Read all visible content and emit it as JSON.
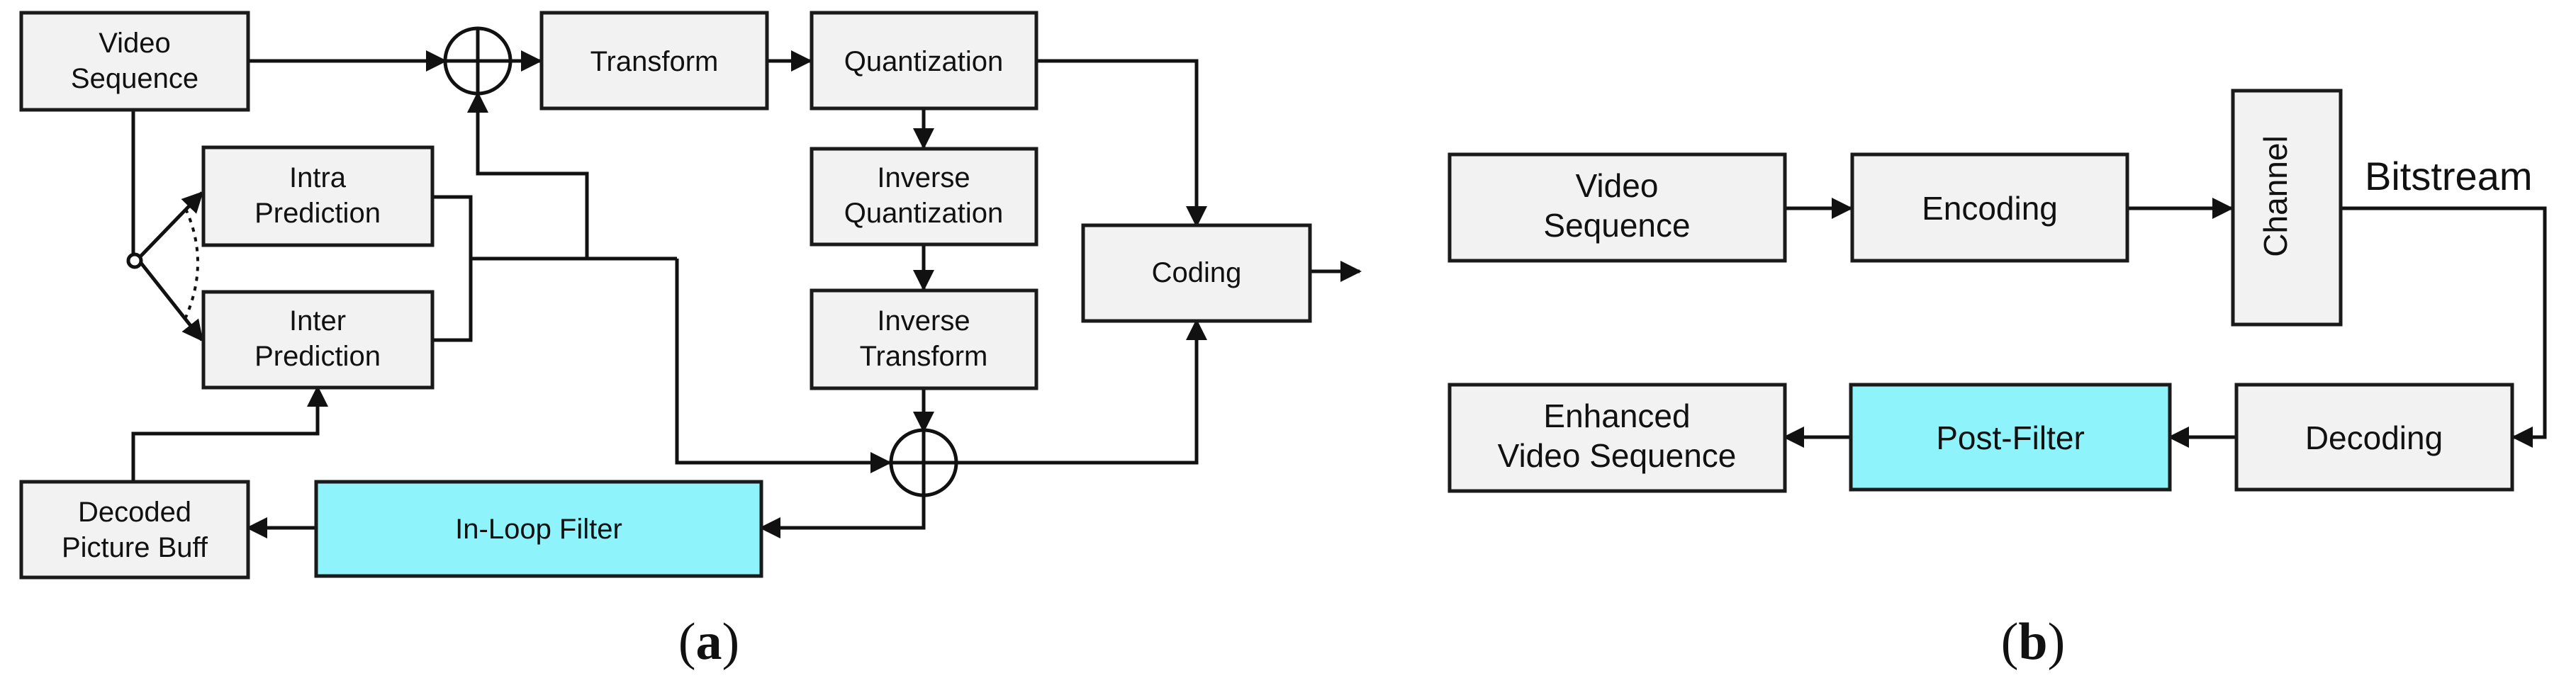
{
  "panel_a": {
    "caption": {
      "open": "(",
      "letter": "a",
      "close": ")"
    },
    "video_sequence": [
      "Video",
      "Sequence"
    ],
    "transform": "Transform",
    "quantization": "Quantization",
    "intra_prediction": [
      "Intra",
      "Prediction"
    ],
    "inter_prediction": [
      "Inter",
      "Prediction"
    ],
    "inverse_quantization": [
      "Inverse",
      "Quantization"
    ],
    "inverse_transform": [
      "Inverse",
      "Transform"
    ],
    "coding": "Coding",
    "decoded_picture_buffer": [
      "Decoded",
      "Picture Buff"
    ],
    "in_loop_filter": "In-Loop Filter"
  },
  "panel_b": {
    "caption": {
      "open": "(",
      "letter": "b",
      "close": ")"
    },
    "video_sequence": [
      "Video",
      "Sequence"
    ],
    "encoding": "Encoding",
    "channel": "Channel",
    "bitstream": "Bitstream",
    "enhanced_video_sequence": [
      "Enhanced",
      "Video Sequence"
    ],
    "post_filter": "Post-Filter",
    "decoding": "Decoding"
  },
  "colors": {
    "box_fill": "#f2f2f2",
    "highlight_fill": "#8ff3fb",
    "stroke": "#1a1a1a"
  }
}
